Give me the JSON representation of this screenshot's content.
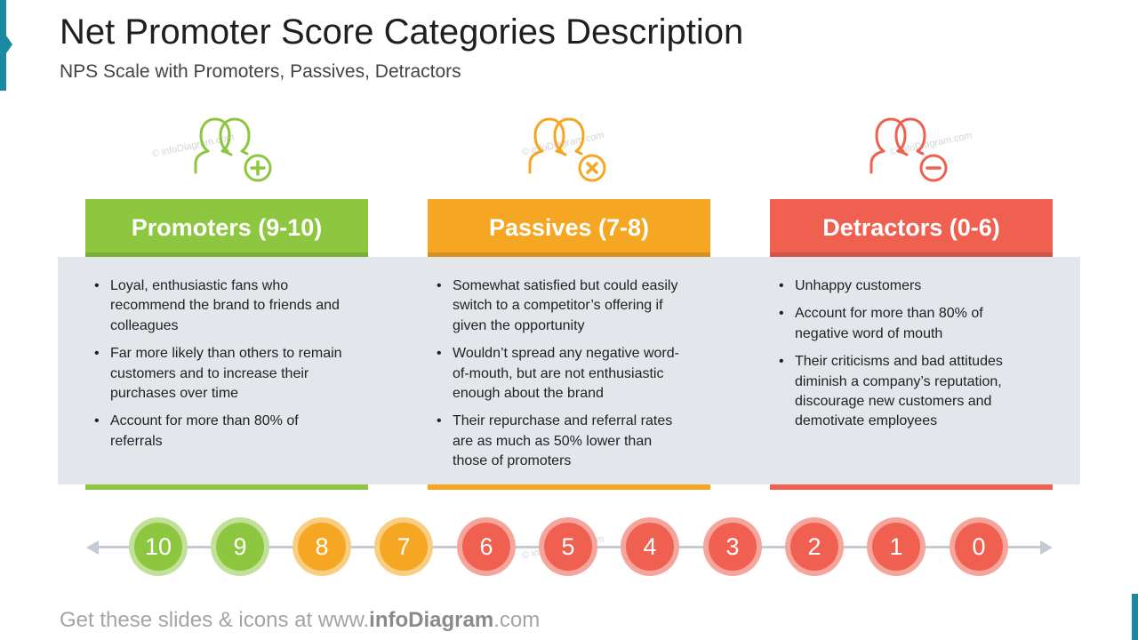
{
  "title": "Net Promoter Score Categories Description",
  "subtitle": "NPS Scale with Promoters, Passives, Detractors",
  "colors": {
    "promoters": "#8dc63f",
    "passives": "#f5a623",
    "detractors": "#f06050",
    "band": "#e3e6ea",
    "accent": "#1a8aa0"
  },
  "watermark": "© infoDiagram.com",
  "categories": [
    {
      "id": "promoters",
      "icon": "users-plus-icon",
      "title": "Promoters (9-10)",
      "bullets": [
        "Loyal, enthusiastic fans who recommend the brand to friends and colleagues",
        "Far more likely than others to remain customers and to increase their purchases over time",
        "Account for more than 80% of referrals"
      ]
    },
    {
      "id": "passives",
      "icon": "users-x-icon",
      "title": "Passives (7-8)",
      "bullets": [
        "Somewhat satisfied but could easily switch to a competitor’s offering if given the opportunity",
        "Wouldn’t spread any negative word-of-mouth, but are not enthusiastic enough about the brand",
        "Their repurchase and referral rates are as much as 50% lower than those of promoters"
      ]
    },
    {
      "id": "detractors",
      "icon": "users-minus-icon",
      "title": "Detractors (0-6)",
      "bullets": [
        "Unhappy customers",
        "Account for more than 80% of negative word of mouth",
        "Their criticisms and bad attitudes diminish a company’s reputation, discourage new customers and demotivate employees"
      ]
    }
  ],
  "scale": [
    "10",
    "9",
    "8",
    "7",
    "6",
    "5",
    "4",
    "3",
    "2",
    "1",
    "0"
  ],
  "footer": {
    "prefix": "Get these slides & icons at www.",
    "brand": "infoDiagram",
    "suffix": ".com"
  }
}
